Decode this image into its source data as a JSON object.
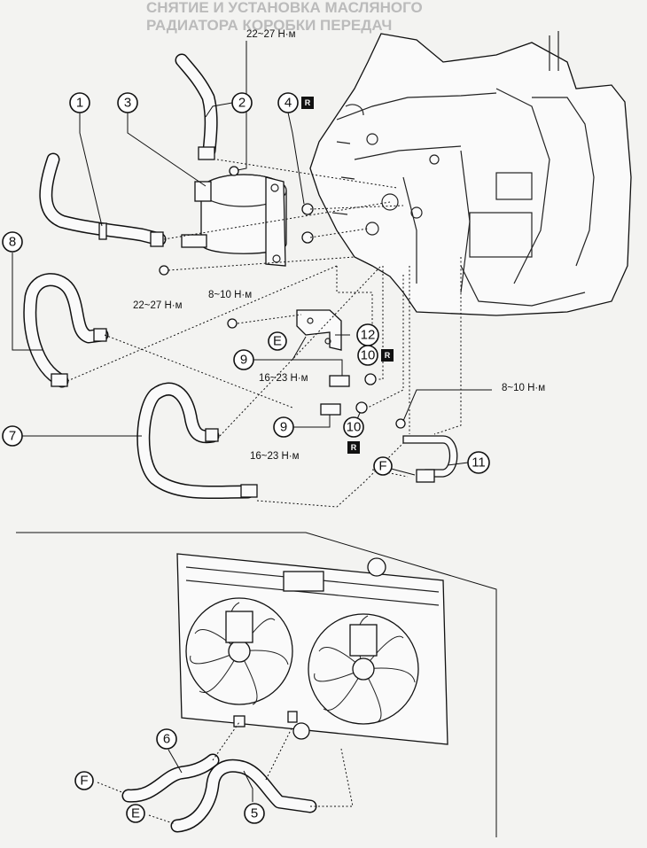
{
  "header": {
    "line1": "СНЯТИЕ И УСТАНОВКА МАСЛЯНОГО",
    "line2": "РАДИАТОРА КОРОБКИ ПЕРЕДАЧ"
  },
  "callouts": {
    "c1": "1",
    "c2": "2",
    "c3": "3",
    "c4": "4",
    "c5": "5",
    "c6": "6",
    "c7": "7",
    "c8": "8",
    "c9a": "9",
    "c9b": "9",
    "c10a": "10",
    "c10b": "10",
    "c11": "11",
    "c12": "12",
    "cE1": "E",
    "cF1": "F",
    "cF2": "F",
    "cE2": "E"
  },
  "replace_marks": {
    "r4": "R",
    "r10a": "R",
    "r10b": "R"
  },
  "torques": {
    "t_top": "22~27 Н·м",
    "t_left": "22~27 Н·м",
    "t_810a": "8~10 Н·м",
    "t_1623a": "16~23 Н·м",
    "t_1623b": "16~23 Н·м",
    "t_810b": "8~10 Н·м"
  }
}
